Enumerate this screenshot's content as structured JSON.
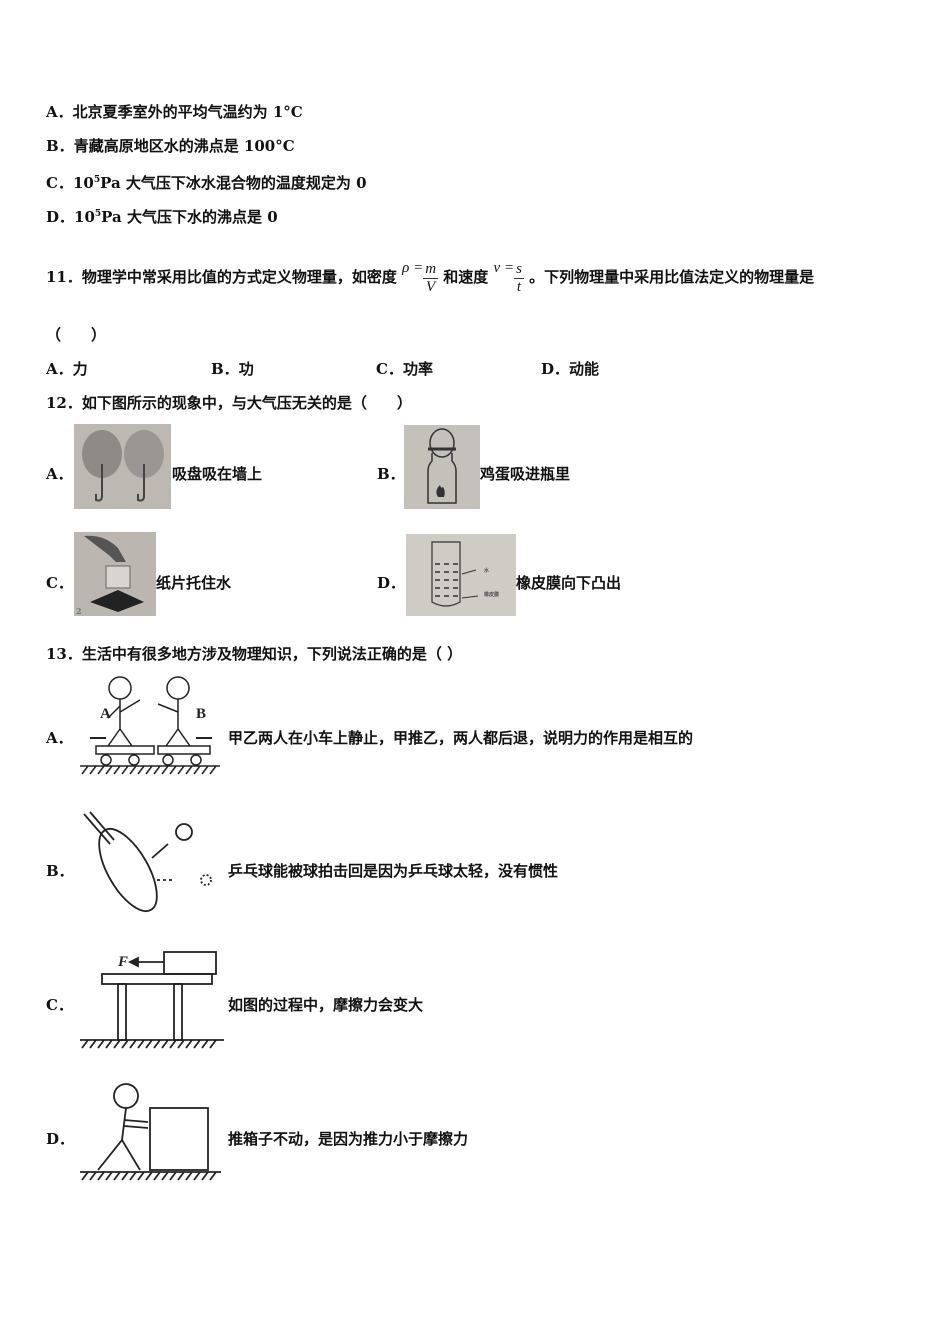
{
  "q10_options": [
    {
      "label": "A．",
      "text": "北京夏季室外的平均气温约为 1°C"
    },
    {
      "label": "B．",
      "text": "青藏高原地区水的沸点是 100°C"
    },
    {
      "label": "C．",
      "pre": "10",
      "sup": "5",
      "text": "Pa 大气压下冰水混合物的温度规定为 0"
    },
    {
      "label": "D．",
      "pre": "10",
      "sup": "5",
      "text": "Pa 大气压下水的沸点是 0"
    }
  ],
  "q11": {
    "number": "11．",
    "text1": "物理学中常采用比值的方式定义物理量，如密度",
    "density": {
      "lhs": "ρ =",
      "num": "m",
      "den": "V"
    },
    "text2": "和速度",
    "speed": {
      "lhs": "v =",
      "num": "s",
      "den": "t"
    },
    "text3": "。下列物理量中采用比值法定义的物理量是",
    "blank": "（　　）",
    "options": [
      {
        "label": "A．",
        "text": "力"
      },
      {
        "label": "B．",
        "text": "功"
      },
      {
        "label": "C．",
        "text": "功率"
      },
      {
        "label": "D．",
        "text": "动能"
      }
    ]
  },
  "q12": {
    "stem": "12．如下图所示的现象中，与大气压无关的是（　　）",
    "options": [
      {
        "label": "A．",
        "text": "吸盘吸在墙上"
      },
      {
        "label": "B．",
        "text": "鸡蛋吸进瓶里"
      },
      {
        "label": "C．",
        "text": "纸片托住水"
      },
      {
        "label": "D．",
        "text": "橡皮膜向下凸出"
      }
    ],
    "figure_d_labels": [
      "水",
      "橡皮膜"
    ],
    "figure_c_corner": "2"
  },
  "q13": {
    "stem": "13．生活中有很多地方涉及物理知识，下列说法正确的是（ ）",
    "options": [
      {
        "label": "A．",
        "text": "甲乙两人在小车上静止，甲推乙，两人都后退，说明力的作用是相互的"
      },
      {
        "label": "B．",
        "text": "乒乓球能被球拍击回是因为乒乓球太轻，没有惯性"
      },
      {
        "label": "C．",
        "text": "如图的过程中，摩擦力会变大"
      },
      {
        "label": "D．",
        "text": "推箱子不动，是因为推力小于摩擦力"
      }
    ],
    "figure_a_labels": [
      "A",
      "B"
    ],
    "figure_c_label": "F"
  }
}
